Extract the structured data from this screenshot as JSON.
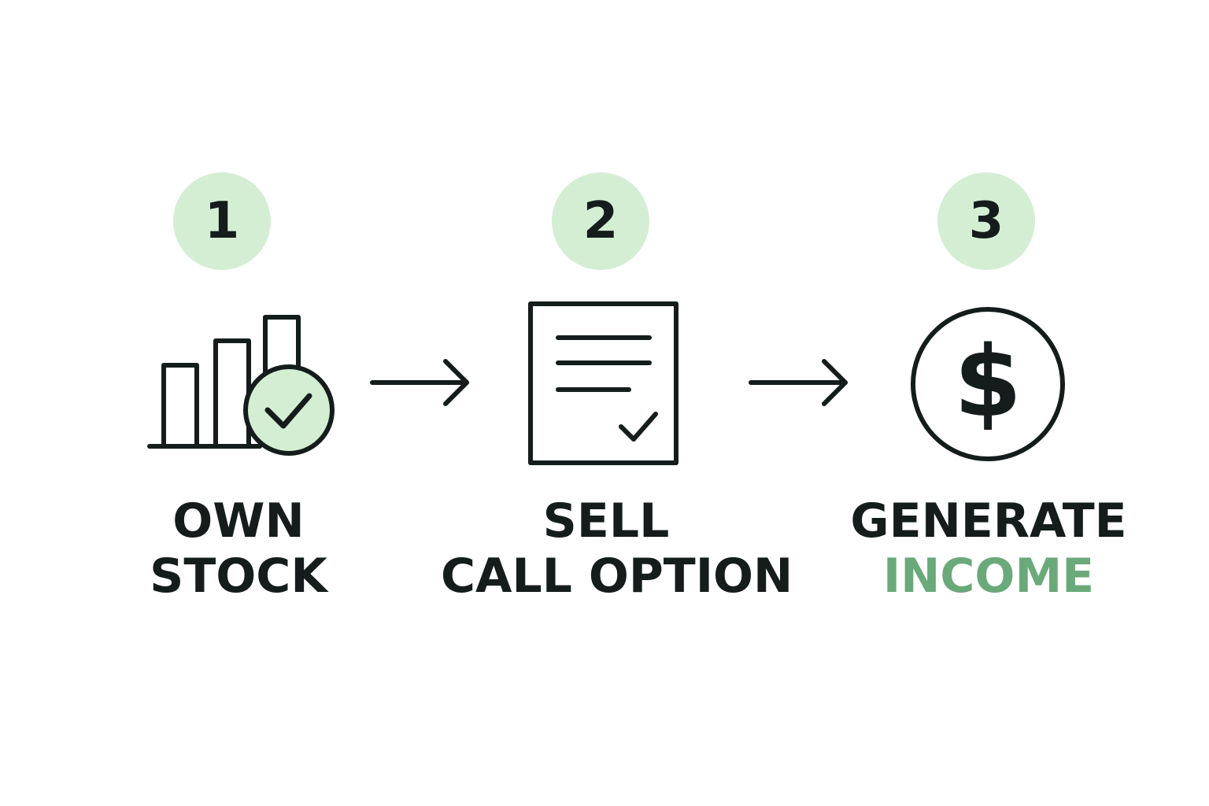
{
  "colors": {
    "badge_fill": "#d4eed4",
    "ink": "#151c1c",
    "accent": "#6aa97a",
    "background": "#ffffff"
  },
  "steps": [
    {
      "number": "1",
      "icon": "bar-chart-check-icon",
      "label_lines": [
        "OWN",
        "STOCK"
      ]
    },
    {
      "number": "2",
      "icon": "document-check-icon",
      "label_lines": [
        "SELL",
        "CALL OPTION"
      ]
    },
    {
      "number": "3",
      "icon": "dollar-coin-icon",
      "symbol": "$",
      "label_lines": [
        "GENERATE",
        "INCOME"
      ]
    }
  ],
  "connectors": [
    "arrow-right-icon",
    "arrow-right-icon"
  ]
}
